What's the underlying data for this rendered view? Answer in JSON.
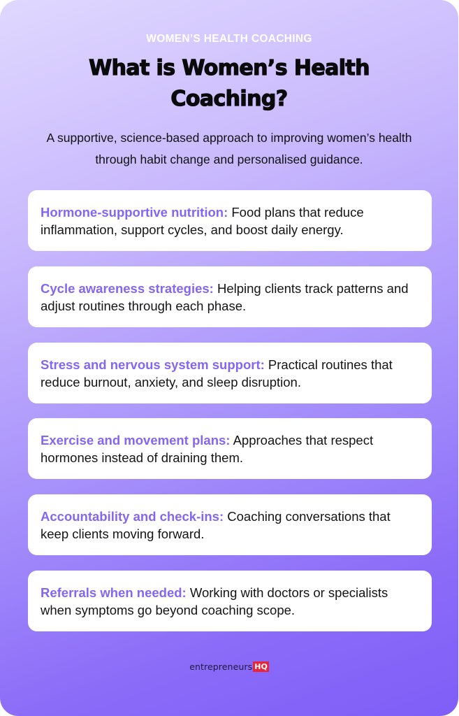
{
  "header": {
    "eyebrow": "WOMEN’S HEALTH COACHING",
    "title": "What is Women’s Health Coaching?",
    "subtitle": "A supportive, science-based approach to improving women’s health through habit change and personalised guidance."
  },
  "items": [
    {
      "label": "Hormone-supportive nutrition:",
      "text": " Food plans that reduce inflammation, support cycles, and boost daily energy."
    },
    {
      "label": "Cycle awareness strategies:",
      "text": " Helping clients track patterns and adjust routines through each phase."
    },
    {
      "label": "Stress and nervous system support:",
      "text": " Practical routines that reduce burnout, anxiety, and sleep disruption."
    },
    {
      "label": "Exercise and movement plans:",
      "text": " Approaches that respect hormones instead of draining them."
    },
    {
      "label": "Accountability and check-ins:",
      "text": " Coaching conversations that keep clients moving forward."
    },
    {
      "label": "Referrals when needed:",
      "text": " Working with doctors or specialists when symptoms go beyond coaching scope."
    }
  ],
  "footer": {
    "logo_word": "entrepreneurs",
    "logo_badge": "HQ"
  },
  "colors": {
    "accent": "#8566f2",
    "gradient_start": "#e0d8ff",
    "gradient_end": "#7e5ef7",
    "badge": "#e8263a"
  }
}
